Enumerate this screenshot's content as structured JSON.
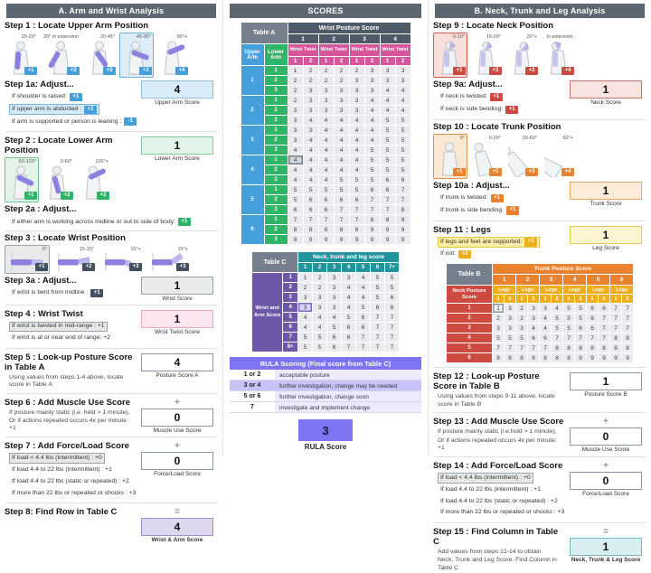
{
  "colors": {
    "header": "#5b6670",
    "blue": "#459fda",
    "green": "#2eb568",
    "slate": "#425060",
    "pink": "#d6569e",
    "purple": "#6d57a8",
    "red": "#cd4a40",
    "orange": "#e9822e",
    "amber": "#f0ad1c",
    "teal": "#22949e",
    "periwinkle": "#7d74f2"
  },
  "left": {
    "header": "A. Arm and Wrist Analysis",
    "step1": {
      "title": "Step 1 : Locate Upper Arm Position",
      "poses": [
        {
          "label": "20-20°",
          "chip": "+1"
        },
        {
          "label": "20° in extension",
          "chip": "+2"
        },
        {
          "label": "20-45°",
          "chip": "+2"
        },
        {
          "label": "45-90°",
          "chip": "+3",
          "selected": true
        },
        {
          "label": "90°+",
          "chip": "+4"
        }
      ]
    },
    "step1a": {
      "title": "Step 1a: Adjust...",
      "options": [
        {
          "text": "If shoulder is raised:",
          "chip": "+1"
        },
        {
          "text": "If upper arm is abducted :",
          "chip": "+1",
          "selected": true
        },
        {
          "text": "If arm is supported or person is leaning :",
          "chip": "-1"
        }
      ],
      "score": {
        "value": "4",
        "label": "Upper Arm Score",
        "theme": "blue"
      }
    },
    "step2": {
      "title": "Step 2 : Locate Lower Arm Position",
      "poses": [
        {
          "label": "60-100°",
          "chip": "+1",
          "selected": true
        },
        {
          "label": "0-60°",
          "chip": "+2"
        },
        {
          "label": "100°+",
          "chip": "+2"
        }
      ],
      "score": {
        "value": "1",
        "label": "Lower Arm Score",
        "theme": "green"
      }
    },
    "step2a": {
      "title": "Step 2a : Adjust...",
      "options": [
        {
          "text": "If either arm is working across midline or out to side of body:",
          "chip": "+1"
        }
      ]
    },
    "step3": {
      "title": "Step 3 : Locate Wrist Position",
      "poses": [
        {
          "label": "0°",
          "chip": "+1",
          "selected": true
        },
        {
          "label": "15-15°",
          "chip": "+2"
        },
        {
          "label": "15°+",
          "chip": "+3"
        },
        {
          "label": "15°+",
          "chip": "+3"
        }
      ]
    },
    "step3a": {
      "title": "Step 3a : Adjust...",
      "options": [
        {
          "text": "If wrist is bent from midline :",
          "chip": "+1"
        }
      ],
      "score": {
        "value": "1",
        "label": "Wrist Score",
        "theme": "gray"
      }
    },
    "step4": {
      "title": "Step 4 : Wrist Twist",
      "options": [
        {
          "text": "If wrist is twisted in mid-range : +1",
          "selected": true
        },
        {
          "text": "If wrist is at or near end of range: +2"
        }
      ],
      "score": {
        "value": "1",
        "label": "Wrist Twist Score",
        "theme": "pink"
      }
    },
    "step5": {
      "title": "Step 5 : Look-up Posture Score in Table A",
      "desc": "Using values from steps 1-4 above, locate score in Table A",
      "score": {
        "value": "4",
        "label": "Posture Score A",
        "theme": "white"
      }
    },
    "step6": {
      "title": "Step 6 : Add Muscle Use Score",
      "lines": [
        "If posture mainly static (i.e. held > 1 minute),",
        "Or if actions repeated occurs 4x per minute : +1"
      ],
      "score": {
        "value": "0",
        "label": "Muscle Use Score",
        "theme": "white",
        "op": "+"
      }
    },
    "step7": {
      "title": "Step 7 : Add Force/Load Score",
      "options": [
        {
          "text": "If load < 4.4 lbs (intermittent) : +0",
          "selected": true
        },
        {
          "text": "If load 4.4 to 22 lbs (intermittent) : +1"
        },
        {
          "text": "If load 4.4 to 22 lbs (static or repeated) : +2"
        },
        {
          "text": "If more than 22 lbs or repeated or shocks : +3"
        }
      ],
      "score": {
        "value": "0",
        "label": "Force/Load Score",
        "theme": "white",
        "op": "+"
      }
    },
    "step8": {
      "title": "Step 8: Find Row in Table C",
      "score": {
        "value": "4",
        "label": "Wrist & Arm Score",
        "theme": "purple",
        "op": "=",
        "strong": true
      }
    }
  },
  "middle": {
    "header": "SCORES",
    "table_a": {
      "corner": "Table A",
      "top": "Wrist Posture Score",
      "wrist_cols": [
        "1",
        "2",
        "3",
        "4"
      ],
      "twist_label": "Wrist Twist",
      "twist_sub": [
        "1",
        "2"
      ],
      "row_head_1": "Upper Arm",
      "row_head_2": "Lower Arm",
      "upper_groups": [
        "1",
        "2",
        "3",
        "4",
        "5",
        "6"
      ],
      "lower_per": [
        "1",
        "2",
        "3"
      ],
      "values": [
        [
          1,
          2,
          2,
          2,
          2,
          3,
          3,
          3
        ],
        [
          2,
          2,
          2,
          2,
          3,
          3,
          3,
          3
        ],
        [
          2,
          3,
          3,
          3,
          3,
          3,
          4,
          4
        ],
        [
          2,
          3,
          3,
          3,
          3,
          4,
          4,
          4
        ],
        [
          3,
          3,
          3,
          3,
          3,
          4,
          4,
          4
        ],
        [
          3,
          4,
          4,
          4,
          4,
          4,
          5,
          5
        ],
        [
          3,
          3,
          4,
          4,
          4,
          4,
          5,
          5
        ],
        [
          3,
          4,
          4,
          4,
          4,
          4,
          5,
          5
        ],
        [
          4,
          4,
          4,
          4,
          4,
          5,
          5,
          5
        ],
        [
          4,
          4,
          4,
          4,
          4,
          5,
          5,
          5
        ],
        [
          4,
          4,
          4,
          4,
          4,
          5,
          5,
          5
        ],
        [
          4,
          4,
          4,
          5,
          5,
          5,
          6,
          6
        ],
        [
          5,
          5,
          5,
          5,
          5,
          6,
          6,
          7
        ],
        [
          5,
          6,
          6,
          6,
          6,
          7,
          7,
          7
        ],
        [
          6,
          6,
          6,
          7,
          7,
          7,
          7,
          8
        ],
        [
          7,
          7,
          7,
          7,
          7,
          8,
          8,
          9
        ],
        [
          8,
          8,
          8,
          8,
          8,
          9,
          9,
          9
        ],
        [
          9,
          9,
          9,
          9,
          9,
          9,
          9,
          9
        ]
      ],
      "highlight": [
        9,
        0
      ]
    },
    "table_c": {
      "corner": "Table C",
      "top": "Neck, trunk and leg score",
      "cols": [
        "1",
        "2",
        "3",
        "4",
        "5",
        "6",
        "7+"
      ],
      "side_label": "Wrist and Arm Score",
      "rows": [
        "1",
        "2",
        "3",
        "4",
        "5",
        "6",
        "7",
        "8+"
      ],
      "values": [
        [
          1,
          2,
          3,
          3,
          4,
          5,
          5
        ],
        [
          2,
          2,
          3,
          4,
          4,
          5,
          5
        ],
        [
          3,
          3,
          3,
          4,
          4,
          5,
          6
        ],
        [
          3,
          3,
          3,
          4,
          5,
          6,
          6
        ],
        [
          4,
          4,
          4,
          5,
          6,
          7,
          7
        ],
        [
          4,
          4,
          5,
          6,
          6,
          7,
          7
        ],
        [
          5,
          5,
          6,
          6,
          7,
          7,
          7
        ],
        [
          5,
          5,
          6,
          7,
          7,
          7,
          7
        ]
      ],
      "highlight": [
        3,
        0
      ]
    },
    "legend": {
      "title": "RULA Scoring (Final score from Table C)",
      "rows": [
        {
          "range": "1 or 2",
          "desc": "acceptable posture"
        },
        {
          "range": "3 or 4",
          "desc": "further investigation, change may be needed",
          "selected": true
        },
        {
          "range": "5 or 6",
          "desc": "further investigation, change soon"
        },
        {
          "range": "7",
          "desc": "investigate and implement change"
        }
      ]
    },
    "final": {
      "value": "3",
      "label": "RULA Score"
    }
  },
  "right": {
    "header": "B. Neck, Trunk and Leg Analysis",
    "step9": {
      "title": "Step 9 : Locate Neck Position",
      "poses": [
        {
          "label": "0-10°",
          "chip": "+1",
          "selected": true
        },
        {
          "label": "10-20°",
          "chip": "+2"
        },
        {
          "label": "20°+",
          "chip": "+3"
        },
        {
          "label": "In extension",
          "chip": "+4"
        }
      ]
    },
    "step9a": {
      "title": "Step 9a: Adjust...",
      "options": [
        {
          "text": "If neck is twisted:",
          "chip": "+1"
        },
        {
          "text": "If neck is side bending:",
          "chip": "+1"
        }
      ],
      "score": {
        "value": "1",
        "label": "Neck Score",
        "theme": "red"
      }
    },
    "step10": {
      "title": "Step 10 : Locate Trunk Position",
      "poses": [
        {
          "label": "0°",
          "chip": "+1",
          "selected": true
        },
        {
          "label": "0-20°",
          "chip": "+2"
        },
        {
          "label": "20-60°",
          "chip": "+3"
        },
        {
          "label": "60°+",
          "chip": "+4"
        }
      ]
    },
    "step10a": {
      "title": "Step 10a : Adjust...",
      "options": [
        {
          "text": "If trunk is twisted:",
          "chip": "+1"
        },
        {
          "text": "If trunk is side bending:",
          "chip": "+1"
        }
      ],
      "score": {
        "value": "1",
        "label": "Trunk Score",
        "theme": "orange"
      }
    },
    "step11": {
      "title": "Step 11 : Legs",
      "options": [
        {
          "text": "If legs and feet are supported:",
          "chip": "+1",
          "selected": true
        },
        {
          "text": "If not:",
          "chip": "+2"
        }
      ],
      "score": {
        "value": "1",
        "label": "Leg Score",
        "theme": "amber"
      }
    },
    "table_b": {
      "corner": "Table B",
      "top": "Trunk Posture Score",
      "cols": [
        "1",
        "2",
        "3",
        "4",
        "5",
        "6"
      ],
      "legs_label": "Legs",
      "legs_sub": [
        "1",
        "2"
      ],
      "row_head": "Neck Posture Score",
      "rows": [
        "1",
        "2",
        "3",
        "4",
        "5",
        "6"
      ],
      "values": [
        [
          1,
          3,
          2,
          3,
          3,
          4,
          5,
          5,
          6,
          6,
          7,
          7
        ],
        [
          2,
          3,
          2,
          3,
          4,
          5,
          5,
          5,
          6,
          7,
          7,
          7
        ],
        [
          3,
          3,
          3,
          4,
          4,
          5,
          5,
          6,
          6,
          7,
          7,
          7
        ],
        [
          5,
          5,
          5,
          6,
          6,
          7,
          7,
          7,
          7,
          7,
          8,
          8
        ],
        [
          7,
          7,
          7,
          7,
          7,
          8,
          8,
          8,
          8,
          8,
          8,
          8
        ],
        [
          8,
          8,
          8,
          8,
          8,
          8,
          8,
          9,
          9,
          9,
          9,
          9
        ]
      ],
      "highlight": [
        0,
        0
      ]
    },
    "step12": {
      "title": "Step 12 : Look-up Posture Score in Table B",
      "desc": "Using values from steps 9-11 above, locate score in Table B",
      "score": {
        "value": "1",
        "label": "Posture Score B",
        "theme": "white"
      }
    },
    "step13": {
      "title": "Step 13 : Add Muscle Use Score",
      "lines": [
        "If posture mainly static (i.e.hold > 1 minute),",
        "Or if actions repeated occurs 4x per minute: +1"
      ],
      "score": {
        "value": "0",
        "label": "Muscle Use Score",
        "theme": "white",
        "op": "+"
      }
    },
    "step14": {
      "title": "Step 14 : Add Force/Load Score",
      "options": [
        {
          "text": "If load < 4.4 lbs (intermittent) : +0",
          "selected": true
        },
        {
          "text": "If load 4.4 to 22 lbs (intermittent) : +1"
        },
        {
          "text": "If load 4.4 to 22 lbs (static or repeated) : +2"
        },
        {
          "text": "If more than 22 lbs or repeated or shocks : +3"
        }
      ],
      "score": {
        "value": "0",
        "label": "Force/Load Score",
        "theme": "white",
        "op": "+"
      }
    },
    "step15": {
      "title": "Step 15 : Find Column in Table C",
      "lines": [
        "Add values from steps 12-14 to obtain",
        "Neck, Trunk and Leg Score. Find Column in Table C"
      ],
      "score": {
        "value": "1",
        "label": "Neck, Trunk & Leg Score",
        "theme": "teal",
        "op": "=",
        "strong": true
      }
    }
  }
}
